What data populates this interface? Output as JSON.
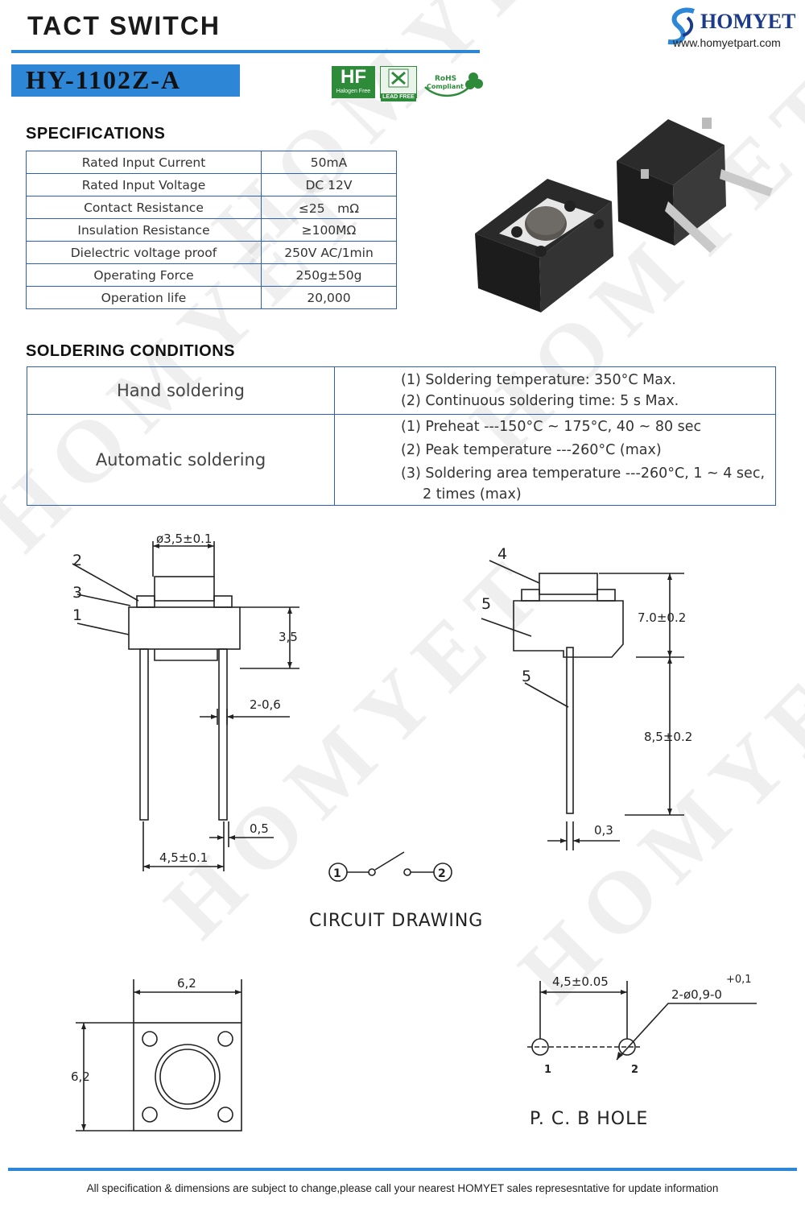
{
  "header": {
    "title": "TACT SWITCH",
    "brand": "HOMYET",
    "url": "www.homyetpart.com",
    "model": "HY-1102Z-A",
    "certs": {
      "halogen": "Halogen Free",
      "lead": "LEAD FREE",
      "rohs_1": "RoHS",
      "rohs_2": "Compliant"
    },
    "accent_color": "#2d86d6"
  },
  "specifications": {
    "heading": "SPECIFICATIONS",
    "rows": [
      {
        "label": "Rated Input Current",
        "value": "50mA"
      },
      {
        "label": "Rated Input Voltage",
        "value": "DC 12V"
      },
      {
        "label": "Contact Resistance",
        "value": "≤25　mΩ"
      },
      {
        "label": "Insulation Resistance",
        "value": "≥100MΩ"
      },
      {
        "label": "Dielectric voltage proof",
        "value": "250V AC/1min"
      },
      {
        "label": "Operating Force",
        "value": "250g±50g"
      },
      {
        "label": "Operation life",
        "value": "20,000"
      }
    ]
  },
  "soldering": {
    "heading": "SOLDERING CONDITIONS",
    "hand_label": "Hand soldering",
    "hand": [
      "(1) Soldering temperature: 350°C Max.",
      "(2) Continuous soldering time: 5 s Max."
    ],
    "auto_label": "Automatic soldering",
    "auto": [
      "(1) Preheat ---150°C ~ 175°C, 40 ~ 80 sec",
      "(2) Peak temperature ---260°C (max)",
      "(3) Soldering area temperature ---260°C, 1 ~ 4 sec,"
    ],
    "auto_cont": "2 times (max)"
  },
  "drawings": {
    "side": {
      "dia": "ø3,5±0.1",
      "n2": "2",
      "n3": "3",
      "n1": "1",
      "h": "3,5",
      "pin_w": "2-0,6",
      "pin_t": "0,5",
      "pitch": "4,5±0.1"
    },
    "front": {
      "n4": "4",
      "n5a": "5",
      "n5b": "5",
      "h1": "7.0±0.2",
      "h2": "8,5±0.2",
      "t": "0,3"
    },
    "circuit": {
      "p1": "1",
      "p2": "2",
      "label": "CIRCUIT DRAWING"
    },
    "top": {
      "w": "6,2",
      "h": "6,2"
    },
    "pcb": {
      "pitch": "4,5±0.05",
      "hole": "2-ø0,9-0",
      "tol": "+0,1",
      "p1": "1",
      "p2": "2",
      "label": "P. C. B HOLE"
    }
  },
  "footer": "All specification & dimensions are subject to change,please call your nearest HOMYET sales represesntative for update information"
}
